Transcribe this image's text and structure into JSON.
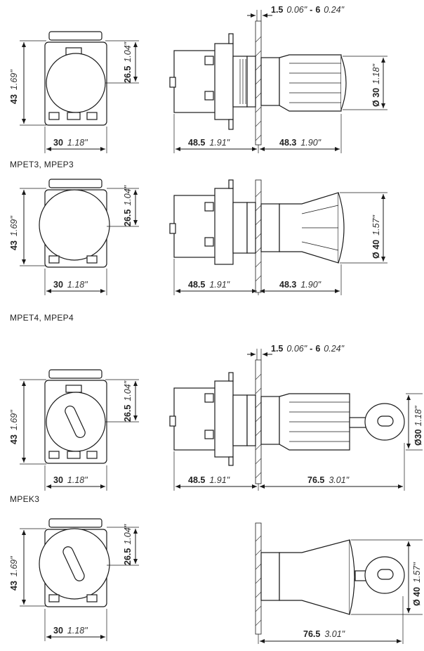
{
  "captions": {
    "c1": "MPET3, MPEP3",
    "c2": "MPET4, MPEP4",
    "c3": "MPEK3",
    "c4": ""
  },
  "common": {
    "height_mm": "43",
    "height_in": "1.69\"",
    "half_mm": "26.5",
    "half_in": "1.04\"",
    "width_mm": "30",
    "width_in": "1.18\"",
    "depth_mm": "48.5",
    "depth_in": "1.91\"",
    "panel_mm_min": "1.5",
    "panel_in_min": "0.06\"",
    "panel_sep": "-",
    "panel_mm_max": "6",
    "panel_in_max": "0.24\""
  },
  "fig1": {
    "front_mm": "48.3",
    "front_in": "1.90\"",
    "dia": "Ø 30",
    "dia_in": "1.18\""
  },
  "fig2": {
    "front_mm": "48.3",
    "front_in": "1.90\"",
    "dia": "Ø 40",
    "dia_in": "1.57\""
  },
  "fig3": {
    "front_mm": "76.5",
    "front_in": "3.01\"",
    "dia": "Ø30",
    "dia_in": "1.18\""
  },
  "fig4": {
    "front_mm": "76.5",
    "front_in": "3.01\"",
    "dia": "Ø 40",
    "dia_in": "1.57\""
  }
}
